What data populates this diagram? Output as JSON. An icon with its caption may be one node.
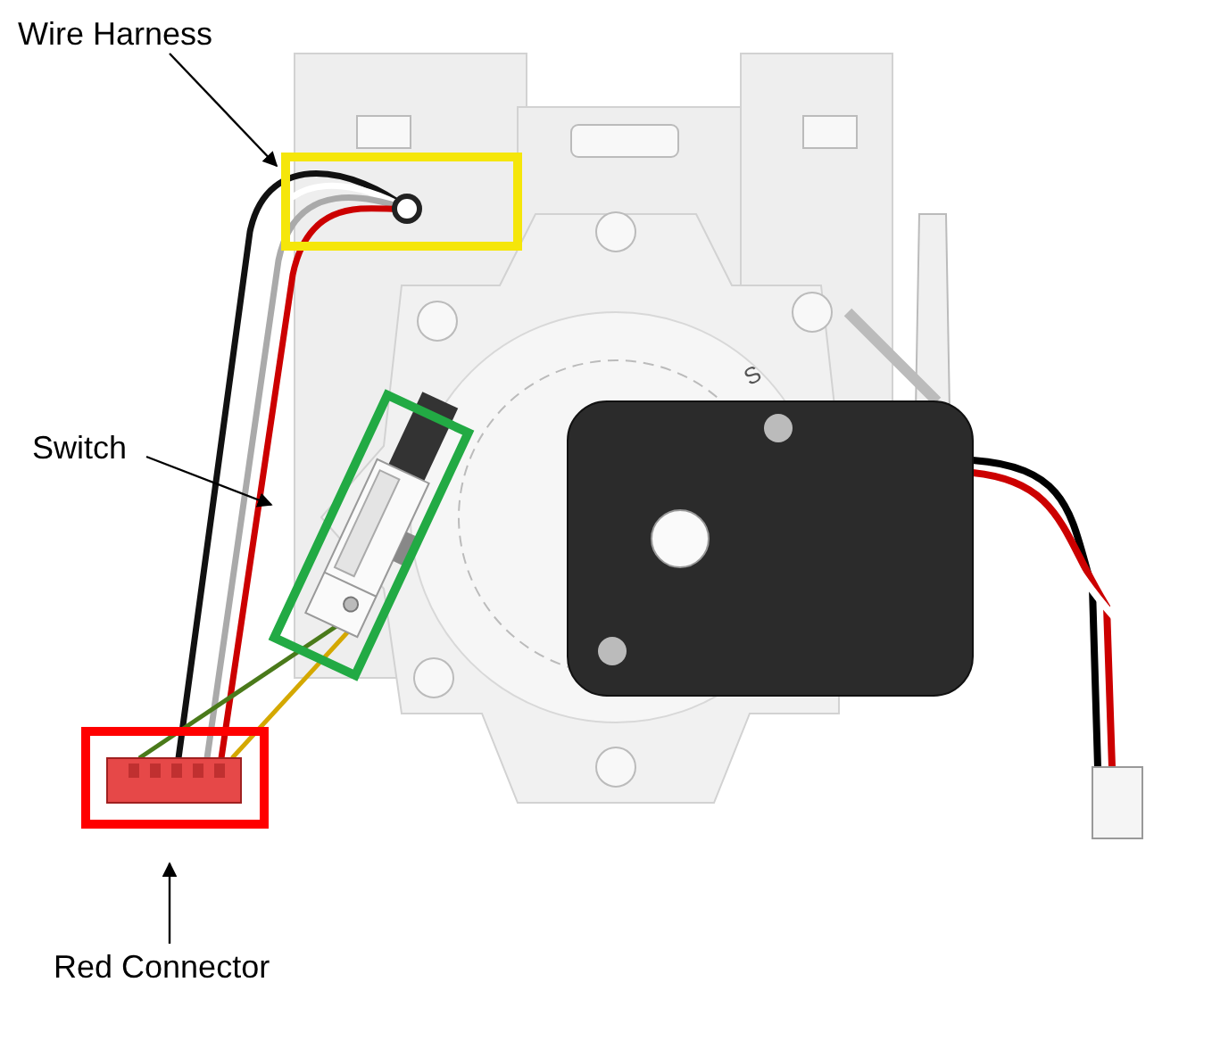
{
  "diagram": {
    "nodes": [
      {
        "text": [
          "Wire Harness"
        ]
      },
      {
        "text": [],
        "shape": "picture"
      },
      {
        "text": [
          "Switch"
        ]
      },
      {
        "text": [],
        "shape": "picture"
      },
      {
        "text": [
          "Red Connector"
        ]
      },
      {
        "text": [],
        "shape": "picture"
      }
    ],
    "edges": [
      {
        "from": 0,
        "to": 1,
        "arrow": "to"
      },
      {
        "from": 2,
        "to": 3,
        "arrow": "to"
      },
      {
        "from": 4,
        "to": 5,
        "arrow": "to"
      }
    ],
    "labels": [
      "S"
    ]
  }
}
